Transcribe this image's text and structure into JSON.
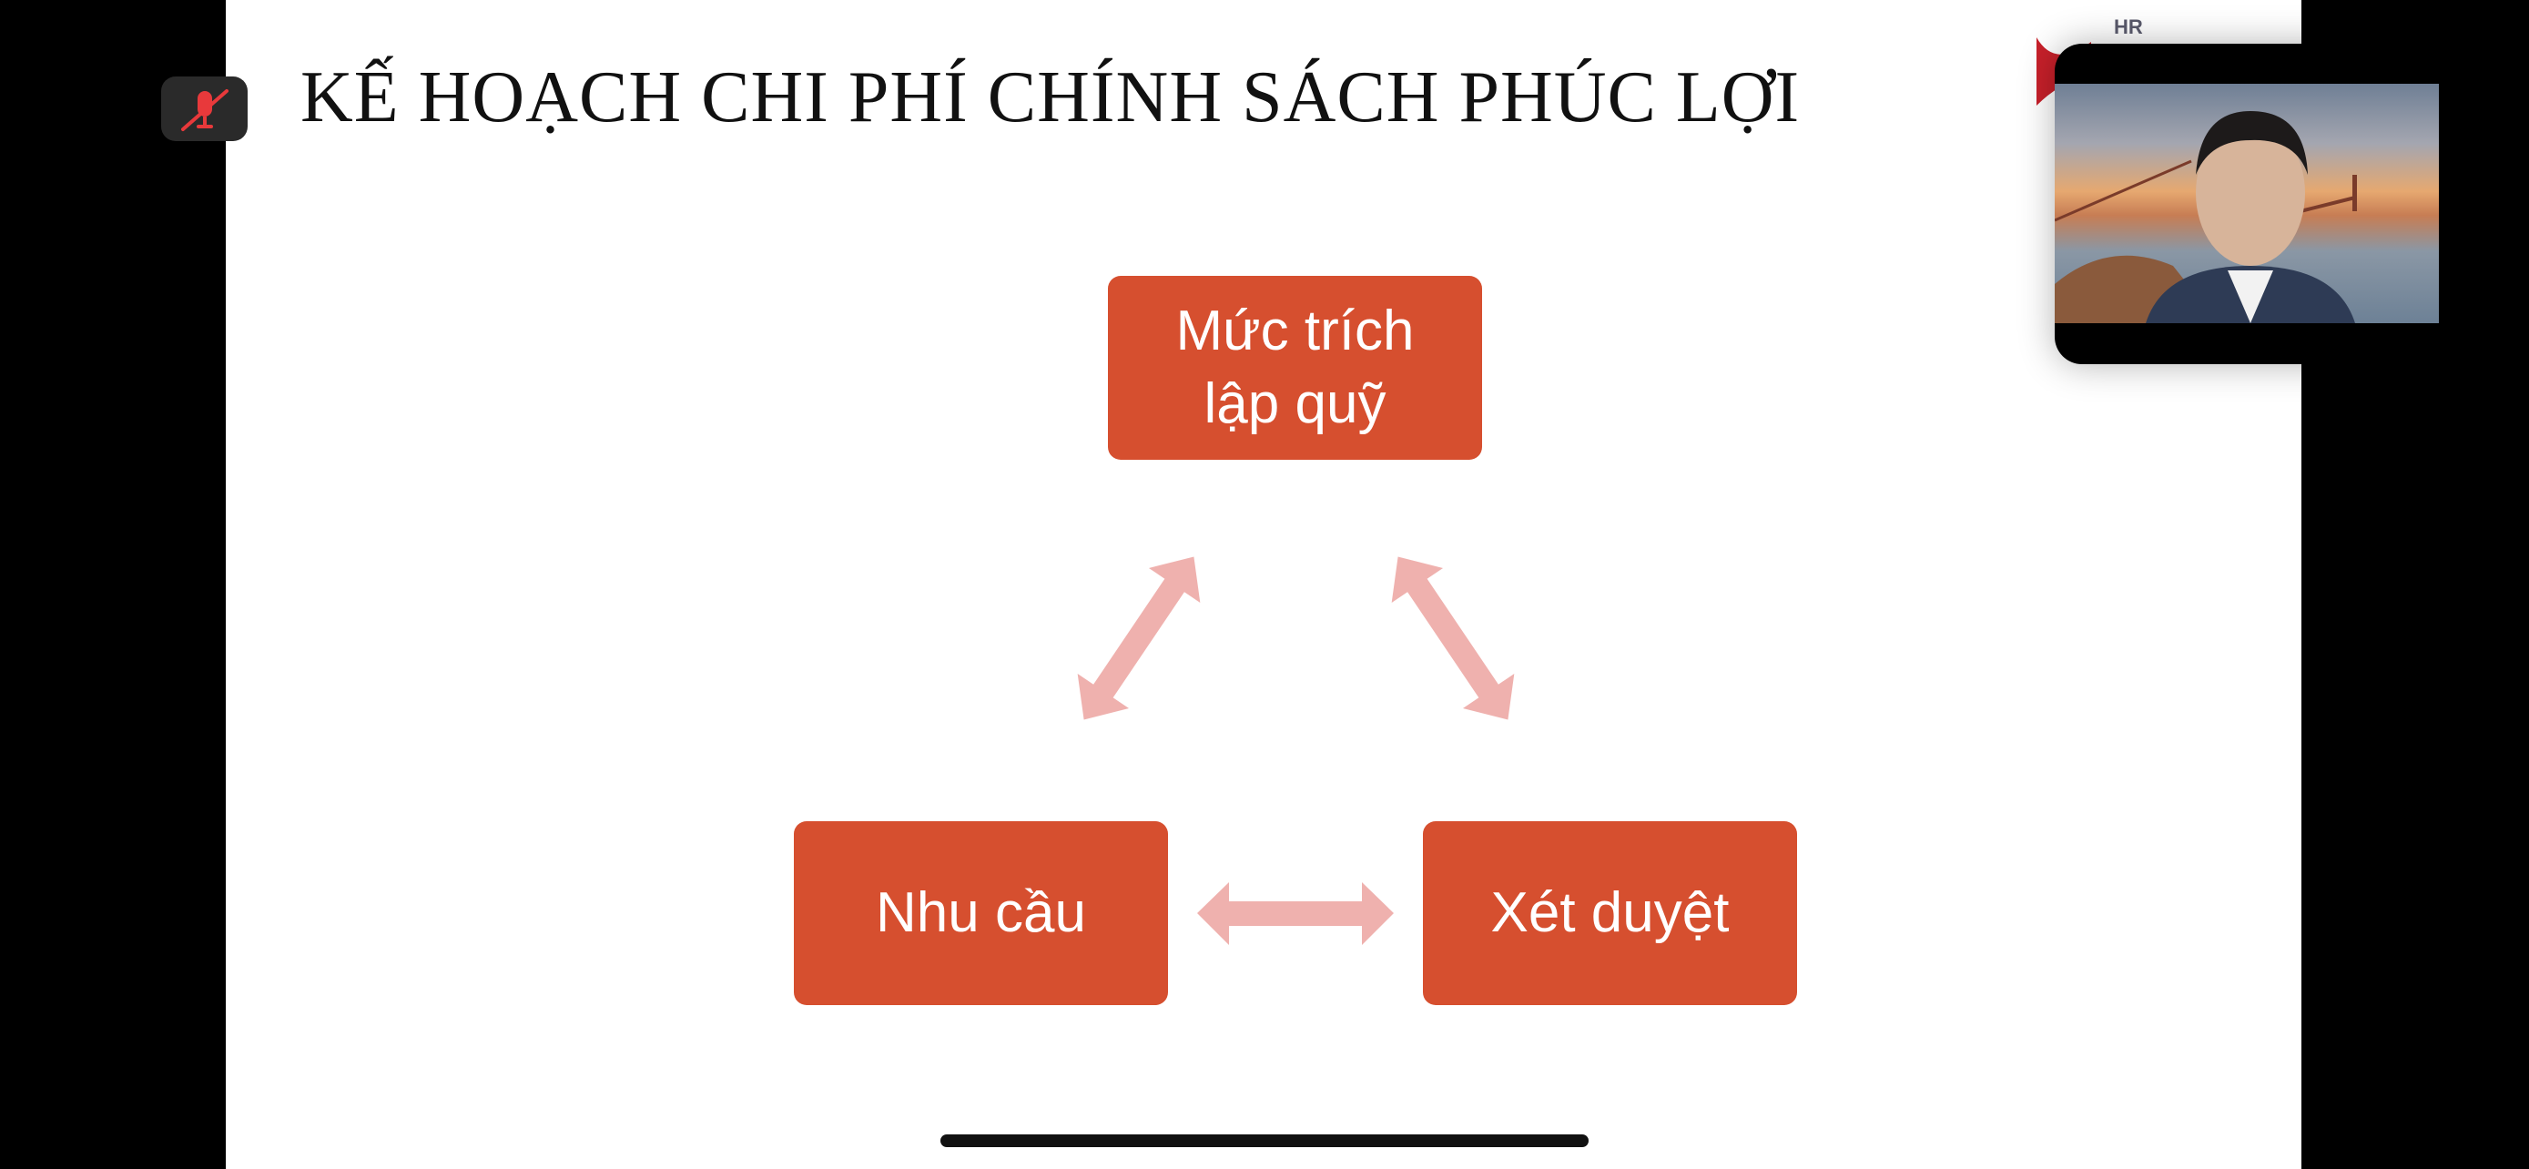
{
  "slide": {
    "title": "KẾ HOẠCH CHI PHÍ CHÍNH SÁCH PHÚC LỢI",
    "boxes": {
      "top": [
        "Mức trích",
        "lập quỹ"
      ],
      "left": "Nhu cầu",
      "right": "Xét duyệt"
    },
    "logo_text": "HR",
    "colors": {
      "box": "#D64F2F",
      "arrow": "#EFB1AE",
      "logo": "#C8202A"
    }
  },
  "call": {
    "mic_status": "muted",
    "mute_icon_color": "#E8393B"
  }
}
